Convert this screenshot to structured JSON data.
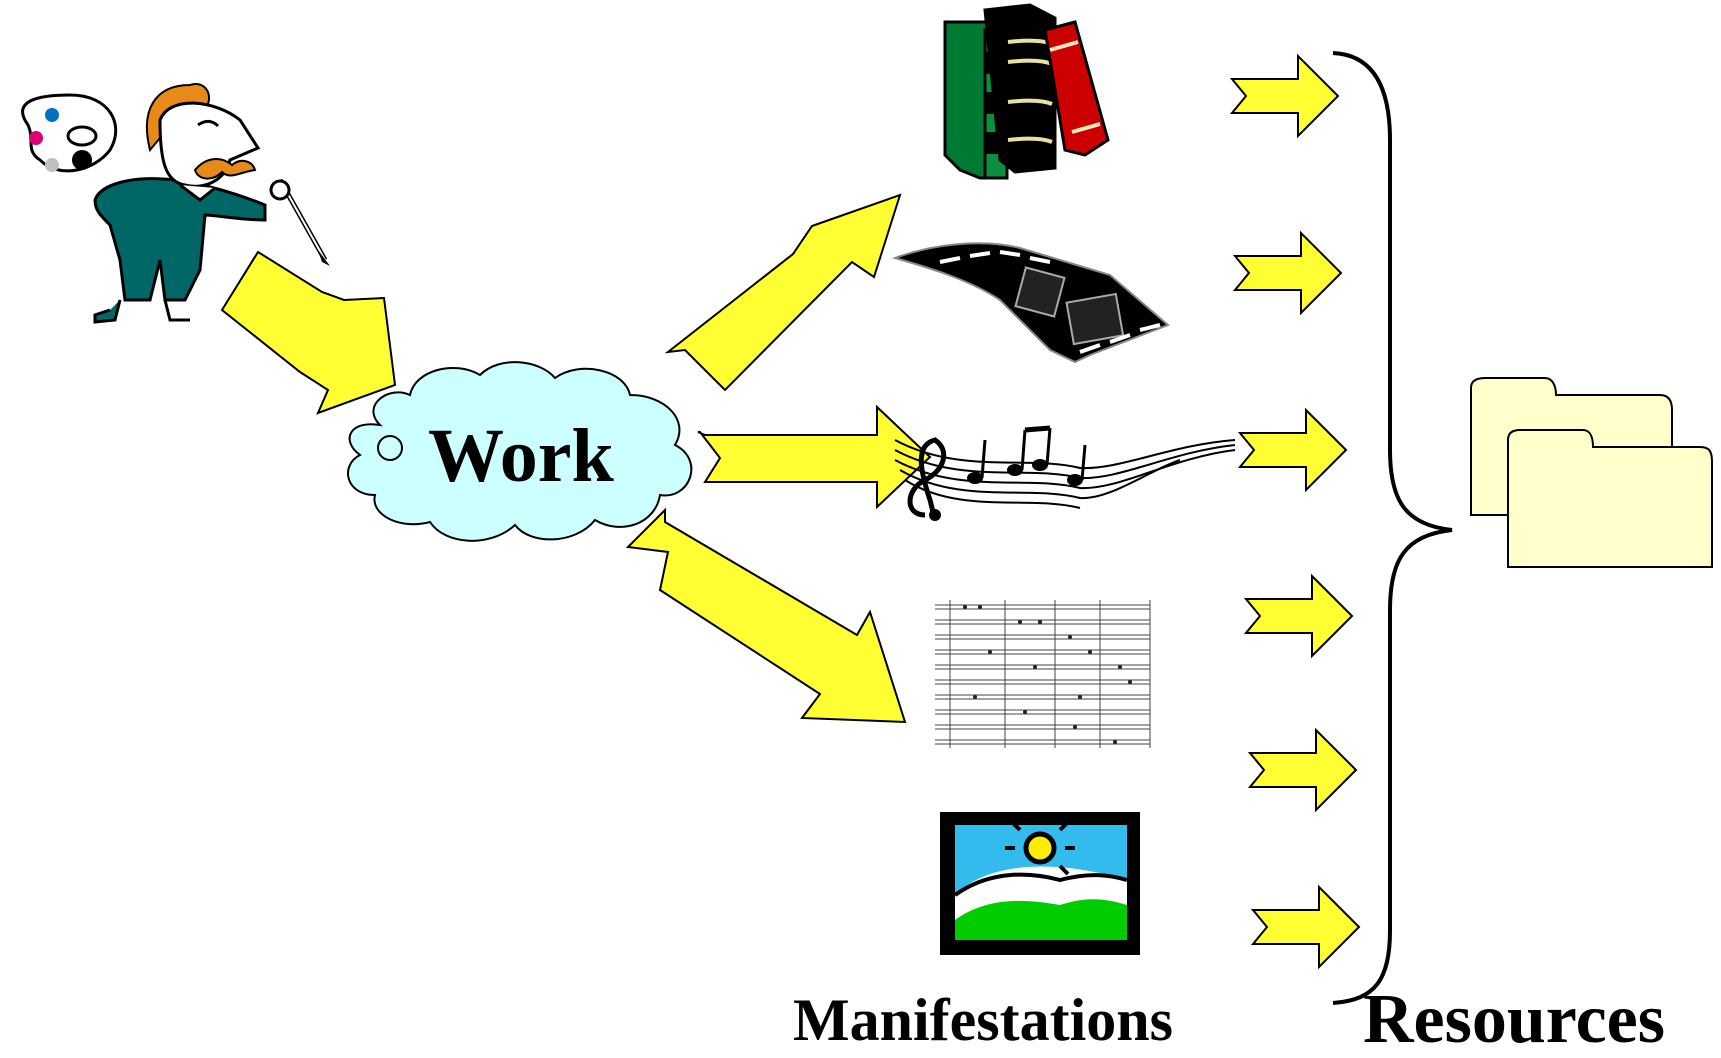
{
  "labels": {
    "work": "Work",
    "manifestations": "Manifestations",
    "resources": "Resources"
  },
  "colors": {
    "arrow_fill": "#ffff33",
    "cloud_fill": "#ccffff",
    "folder_fill": "#ffffcc",
    "brace": "#000000"
  },
  "icons": {
    "creator": "painter-artist-icon",
    "books": "books-icon",
    "film": "film-strip-icon",
    "music": "music-notes-icon",
    "score": "sheet-music-score-icon",
    "picture": "landscape-picture-icon",
    "folders": "folders-icon"
  }
}
